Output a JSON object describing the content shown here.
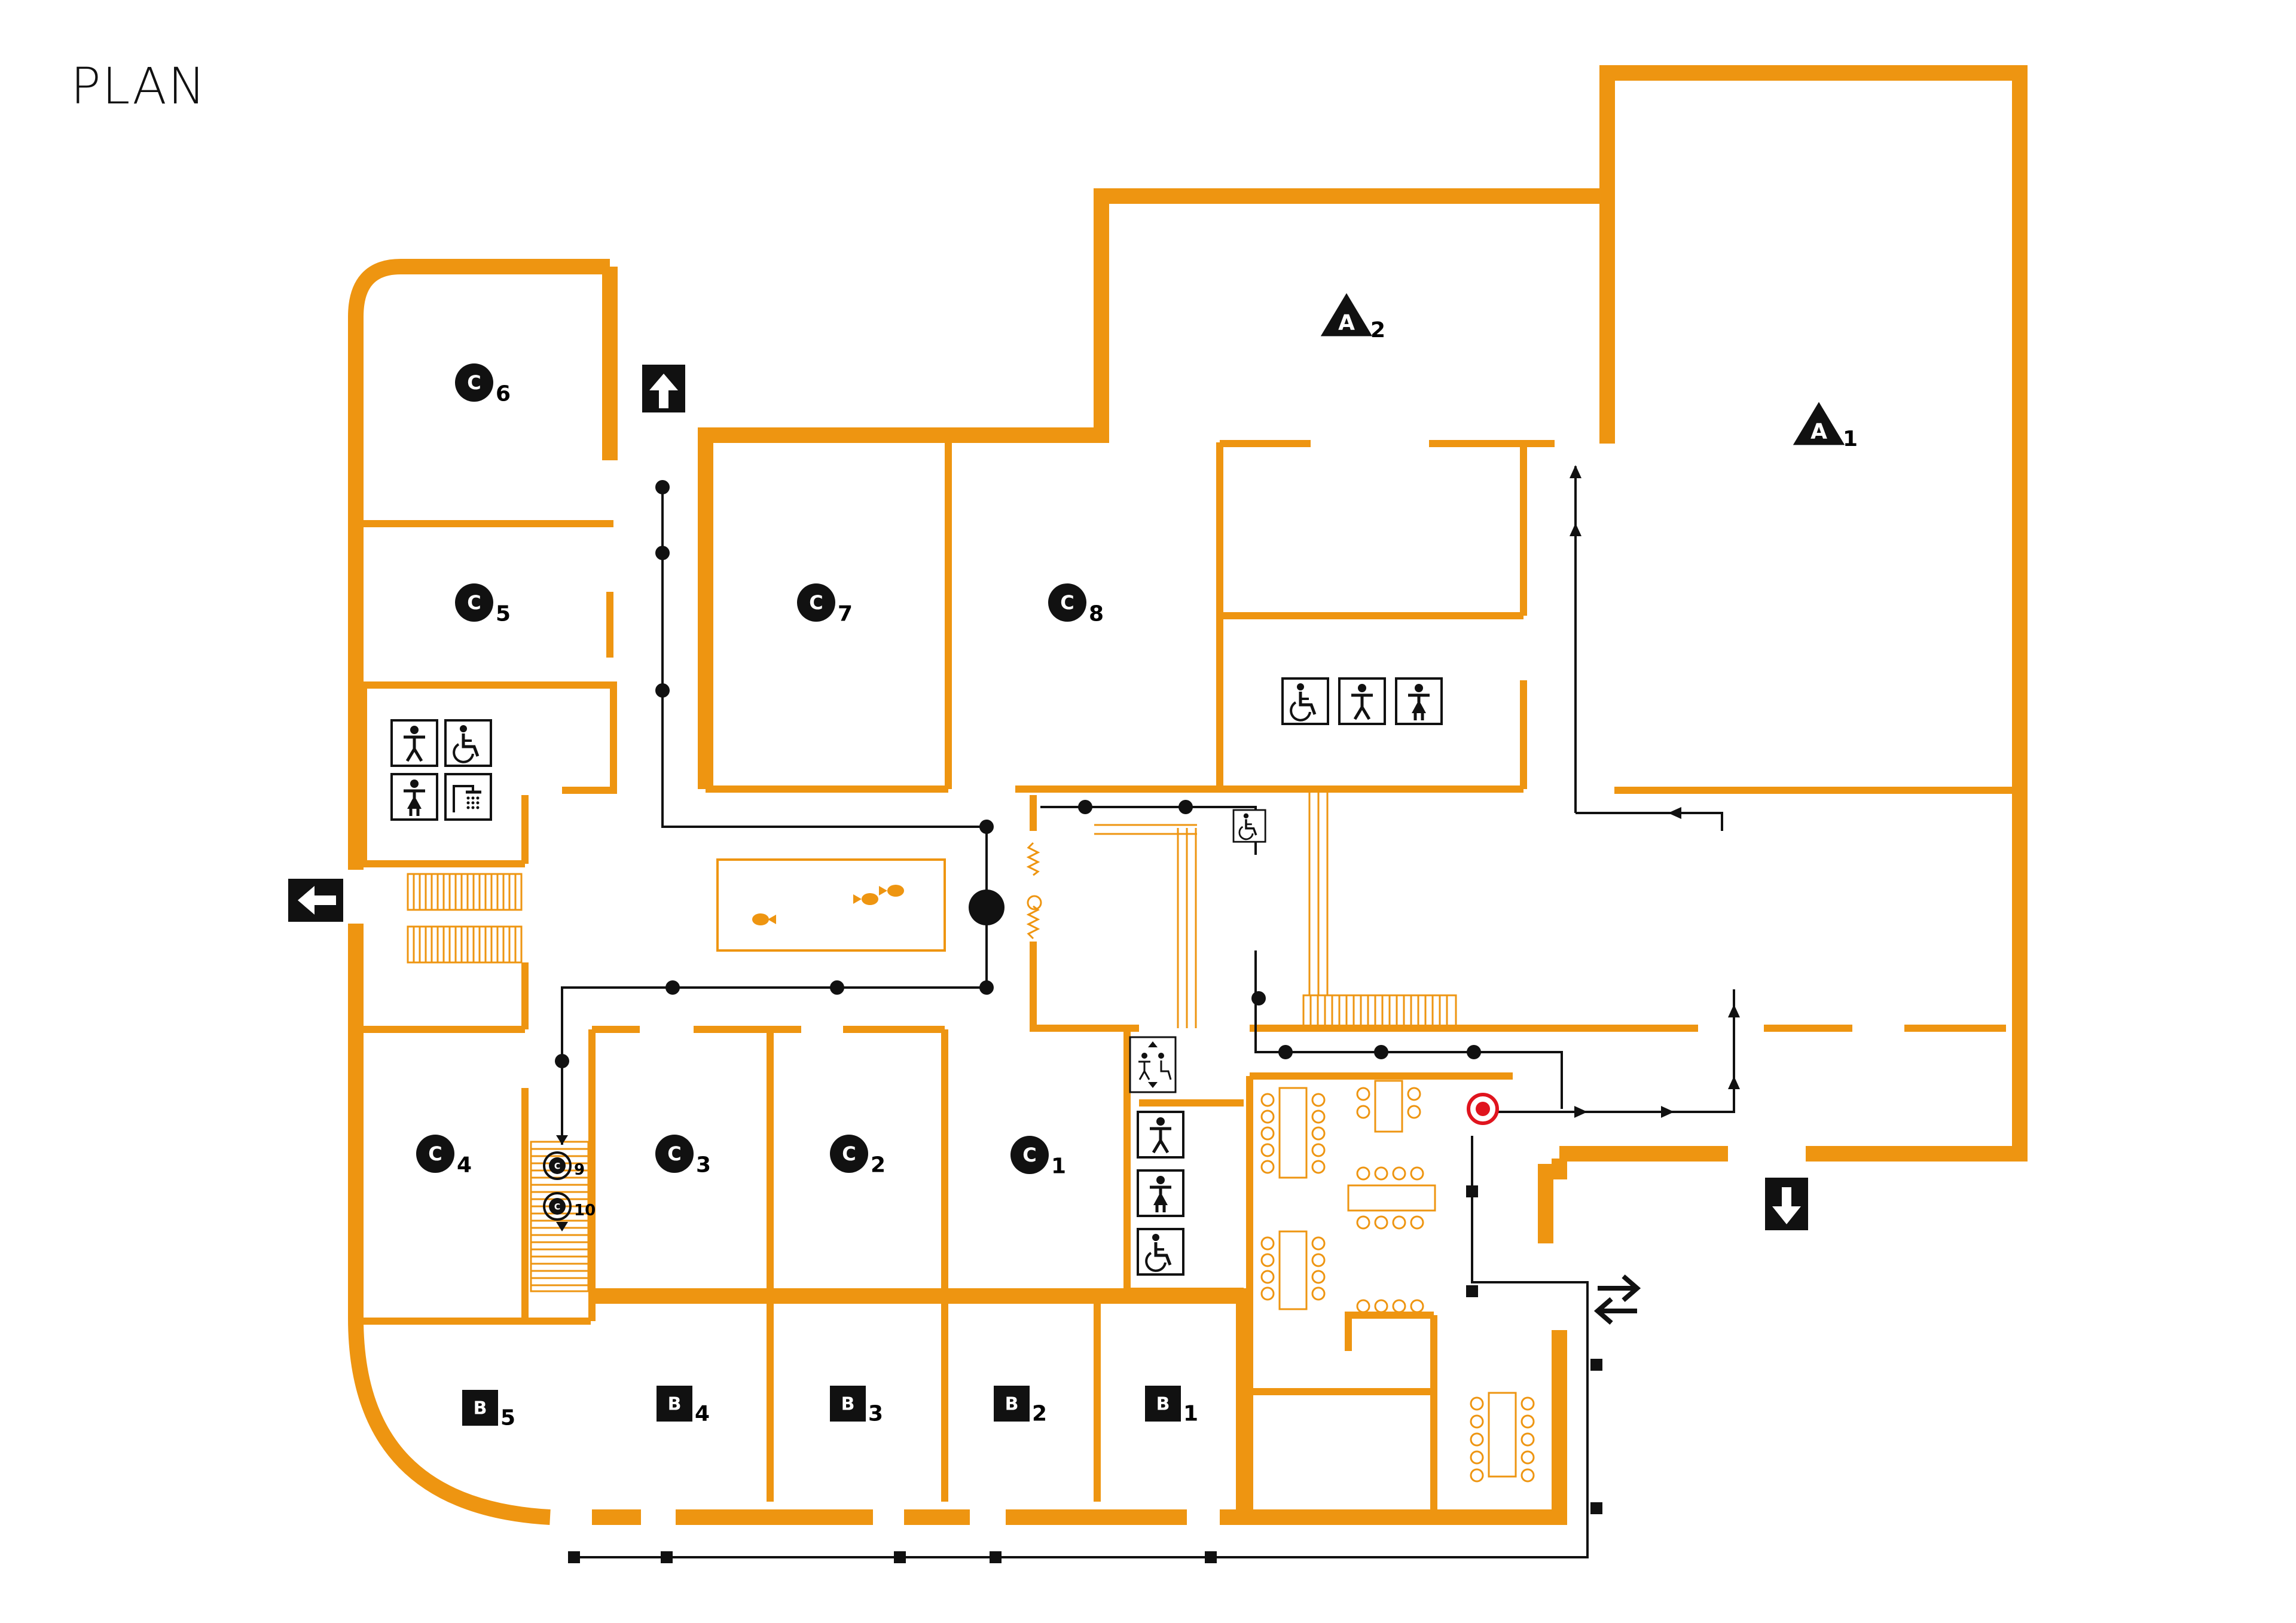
{
  "page": {
    "title": "PLAN"
  },
  "colors": {
    "wall": "#EE9511",
    "route": "#111111",
    "marker": "#E0141E",
    "background": "#FFFFFF"
  },
  "rooms": [
    {
      "id": "A1",
      "letter": "A",
      "number": "1"
    },
    {
      "id": "A2",
      "letter": "A",
      "number": "2"
    },
    {
      "id": "B1",
      "letter": "B",
      "number": "1"
    },
    {
      "id": "B2",
      "letter": "B",
      "number": "2"
    },
    {
      "id": "B3",
      "letter": "B",
      "number": "3"
    },
    {
      "id": "B4",
      "letter": "B",
      "number": "4"
    },
    {
      "id": "B5",
      "letter": "B",
      "number": "5"
    },
    {
      "id": "C1",
      "letter": "C",
      "number": "1"
    },
    {
      "id": "C2",
      "letter": "C",
      "number": "2"
    },
    {
      "id": "C3",
      "letter": "C",
      "number": "3"
    },
    {
      "id": "C4",
      "letter": "C",
      "number": "4"
    },
    {
      "id": "C5",
      "letter": "C",
      "number": "5"
    },
    {
      "id": "C6",
      "letter": "C",
      "number": "6"
    },
    {
      "id": "C7",
      "letter": "C",
      "number": "7"
    },
    {
      "id": "C8",
      "letter": "C",
      "number": "8"
    },
    {
      "id": "C9",
      "letter": "C",
      "number": "9"
    },
    {
      "id": "C10",
      "letter": "C",
      "number": "10"
    }
  ],
  "icons": [
    "arrow-up-exit-icon",
    "arrow-left-exit-icon",
    "arrow-down-exit-icon",
    "swap-arrows-icon",
    "male-toilet-icon",
    "female-toilet-icon",
    "accessible-toilet-icon",
    "shower-icon",
    "elevator-icon",
    "you-are-here-icon",
    "fish-icon"
  ]
}
